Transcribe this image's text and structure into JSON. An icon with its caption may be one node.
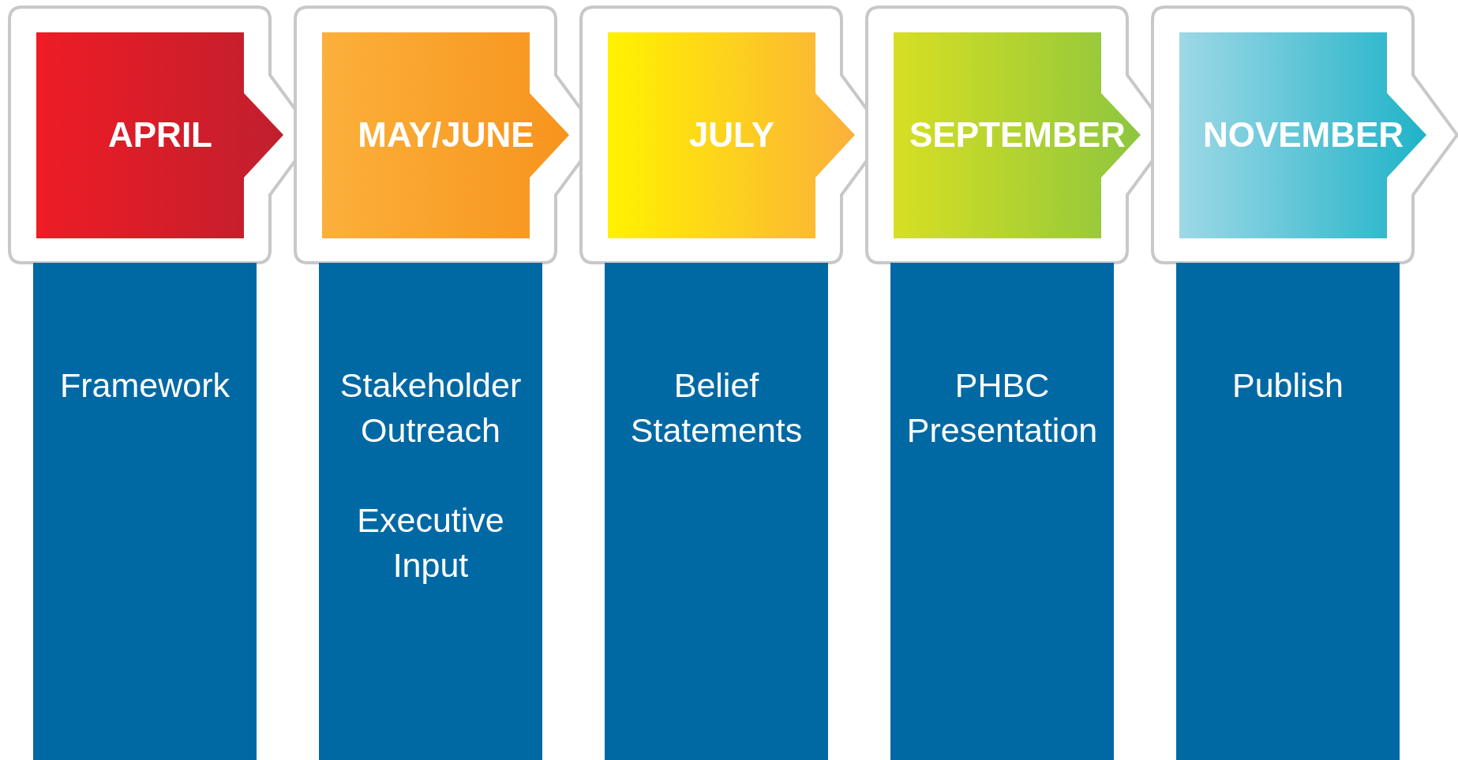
{
  "diagram": {
    "nodes": [
      {
        "text": [
          "APRIL"
        ]
      },
      {
        "text": [
          "MAY/JUNE"
        ]
      },
      {
        "text": [
          "JULY"
        ]
      },
      {
        "text": [
          "SEPTEMBER"
        ]
      },
      {
        "text": [
          "NOVEMBER"
        ]
      },
      {
        "text": [
          "Framework"
        ]
      },
      {
        "text": [
          "Stakeholder Outreach",
          "Executive Input"
        ]
      },
      {
        "text": [
          "Belief Statements"
        ]
      },
      {
        "text": [
          "PHBC Presentation"
        ]
      },
      {
        "text": [
          "Publish"
        ]
      }
    ]
  }
}
